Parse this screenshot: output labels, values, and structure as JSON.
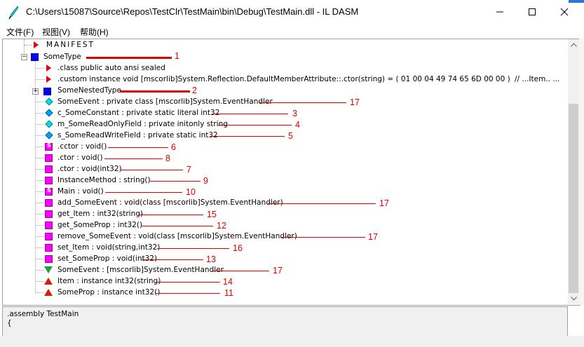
{
  "window": {
    "title": "C:\\Users\\15087\\Source\\Repos\\TestClr\\TestMain\\bin\\Debug\\TestMain.dll - IL DASM",
    "icon": "ildasm-quill-icon"
  },
  "menu": [
    "文件(F)",
    "视图(V)",
    "帮助(H)"
  ],
  "tree": {
    "manifest": "MANIFEST",
    "type_name": "SomeType",
    "class_decl": ".class public auto ansi sealed",
    "custom_attr": ".custom instance void [mscorlib]System.Reflection.DefaultMemberAttribute::.ctor(string) = ( 01 00 04 49 74 65 6D 00 00 )",
    "custom_attr_tail": "// ...Item.. ...",
    "nested_type": "SomeNestedType",
    "members": [
      "SomeEvent : private class [mscorlib]System.EventHandler",
      "c_SomeConstant : private static literal int32",
      "m_SomeReadOnlyField : private initonly string",
      "s_SomeReadWriteField : private static int32",
      ".cctor : void()",
      ".ctor : void()",
      ".ctor : void(int32)",
      "InstanceMethod : string()",
      "Main : void()",
      "add_SomeEvent : void(class [mscorlib]System.EventHandler)",
      "get_Item : int32(string)",
      "get_SomeProp : int32()",
      "remove_SomeEvent : void(class [mscorlib]System.EventHandler)",
      "set_Item : void(string,int32)",
      "set_SomeProp : void(int32)",
      "SomeEvent : [mscorlib]System.EventHandler",
      "Item : instance int32(string)",
      "SomeProp : instance int32()"
    ]
  },
  "annotations": {
    "type": "1",
    "nested": "2",
    "members": [
      "17",
      "3",
      "4",
      "5",
      "6",
      "8",
      "7",
      "9",
      "10",
      "17",
      "15",
      "12",
      "17",
      "16",
      "13",
      "17",
      "14",
      "11"
    ]
  },
  "bottom": {
    "line1": ".assembly TestMain",
    "line2": "{"
  },
  "colors": {
    "annotation": "#e00000",
    "method": "#ff00ff",
    "type": "#0000ff"
  }
}
